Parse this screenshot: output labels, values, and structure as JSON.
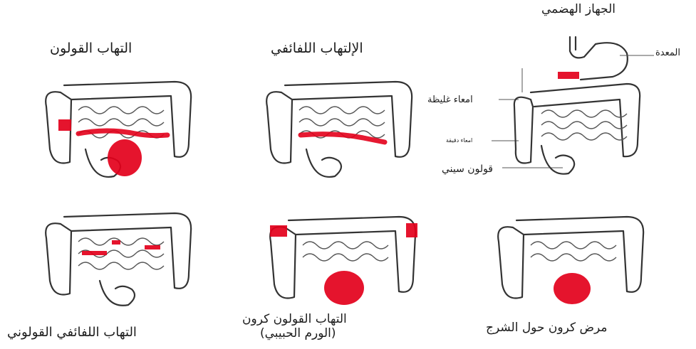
{
  "colors": {
    "highlight": "#e3001b",
    "outline": "#333333"
  },
  "diagrams": [
    {
      "id": "anatomy",
      "labels": {
        "title": "الجهاز الهضمي",
        "stomach": "المعدة",
        "large_intestine": "امعاء غليظة",
        "small_intestine": "امعاء دقيقة",
        "sigmoid_colon": "قولون سيني"
      }
    },
    {
      "id": "ileitis",
      "title": "الإلتهاب اللفائفي"
    },
    {
      "id": "colitis",
      "title": "التهاب القولون"
    },
    {
      "id": "perianal",
      "title": "مرض كرون حول الشرج"
    },
    {
      "id": "granulomatous",
      "title": "التهاب القولون كرون",
      "subtitle": "(الورم الحبيبي)"
    },
    {
      "id": "ileocolitis",
      "title": "التهاب اللفائفي القولوني"
    }
  ]
}
